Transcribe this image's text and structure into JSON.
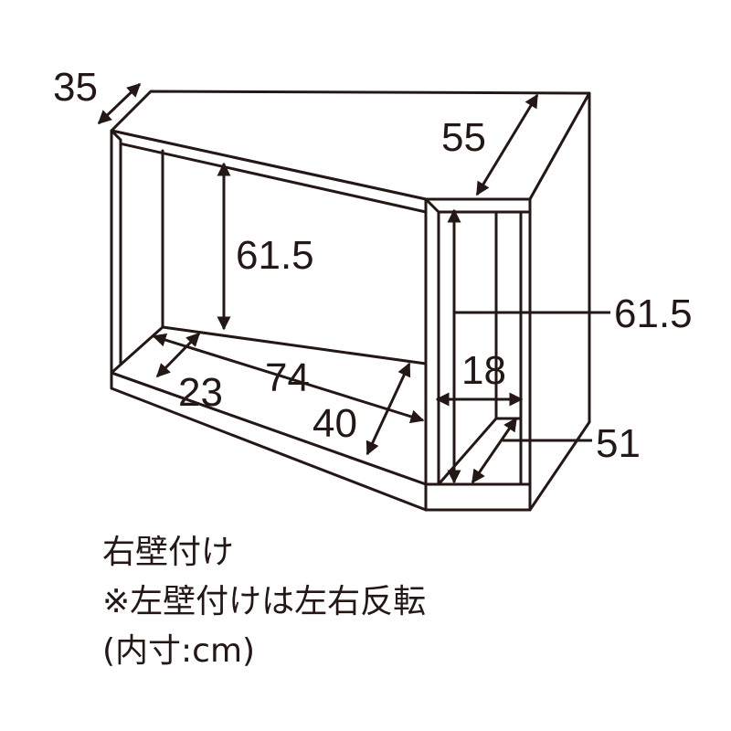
{
  "dimensions": {
    "top_depth": "35",
    "side_depth": "55",
    "left_height": "61.5",
    "right_height": "61.5",
    "inner_depth": "23",
    "inner_width": "74",
    "diagonal_depth": "40",
    "side_width": "18",
    "side_shelf": "51"
  },
  "captions": {
    "mount": "右壁付け",
    "note": "※左壁付けは左右反転",
    "units": "(内寸:cm)"
  },
  "colors": {
    "line": "#231815",
    "background": "#ffffff"
  }
}
